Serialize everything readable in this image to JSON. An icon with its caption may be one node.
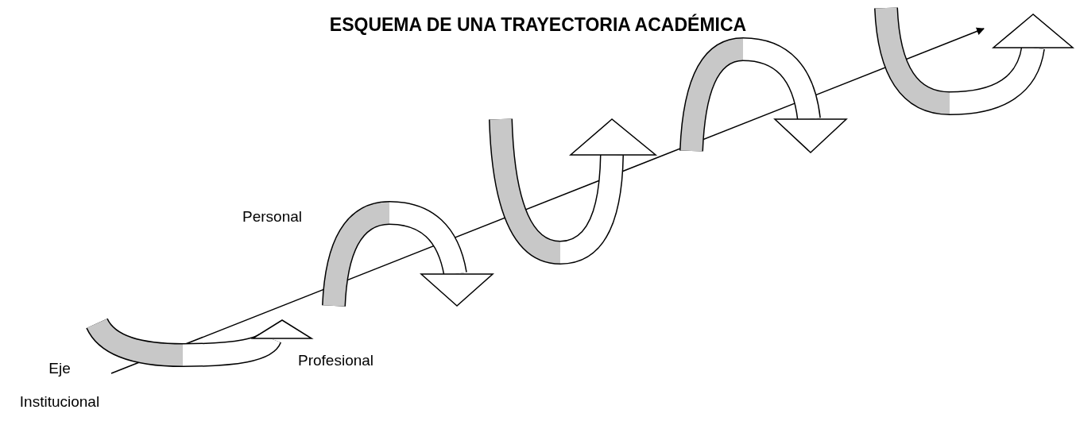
{
  "diagram": {
    "title": "ESQUEMA DE UNA TRAYECTORIA ACADÉMICA",
    "labels": [
      "Personal",
      "Eje Institucional",
      "Profesional"
    ]
  }
}
